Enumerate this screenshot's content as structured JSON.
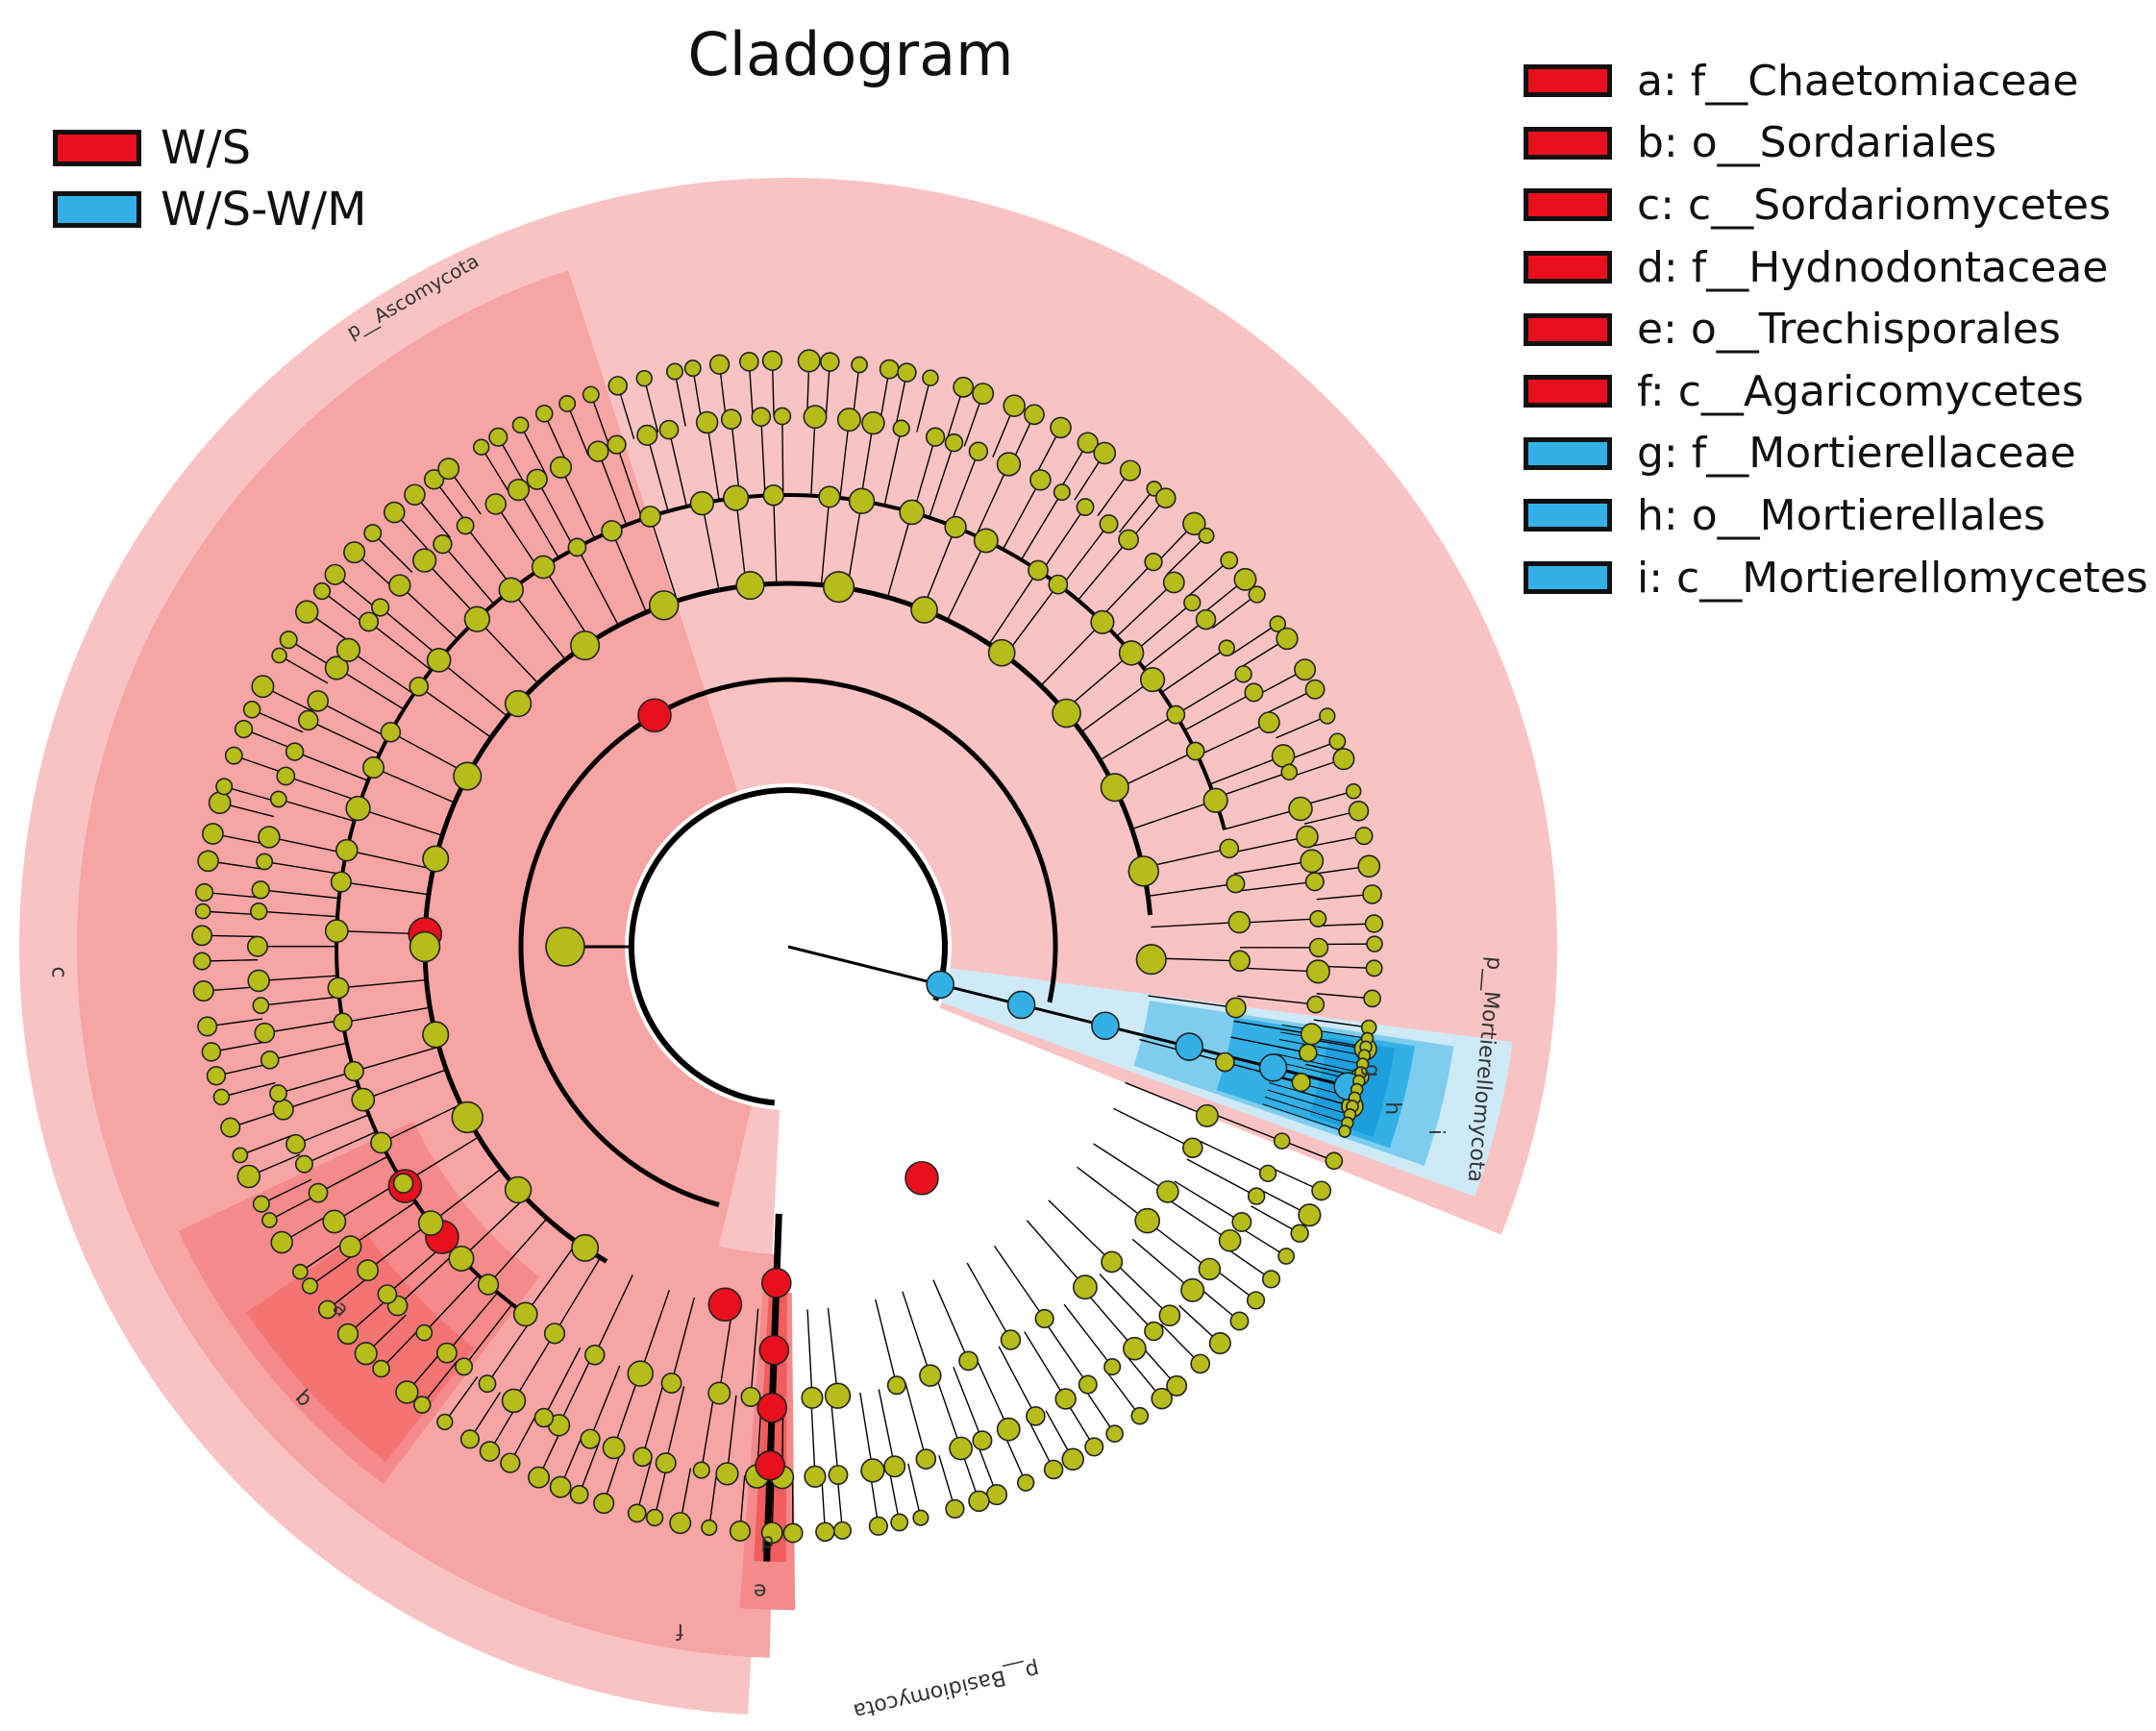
{
  "title": "Cladogram",
  "colors": {
    "ws": "#e8101c",
    "wswm": "#33b1e6",
    "node_default": "#b6bc1a",
    "outer_sector": "#f9c3c3",
    "mid_sector": "#f7a4a4",
    "inner_sector": "#f48a8a"
  },
  "group_legend": [
    {
      "label": "W/S",
      "color": "#e8101c"
    },
    {
      "label": "W/S-W/M",
      "color": "#33b1e6"
    }
  ],
  "clade_legend": [
    {
      "label": "a: f__Chaetomiaceae",
      "color": "#e8101c"
    },
    {
      "label": "b: o__Sordariales",
      "color": "#e8101c"
    },
    {
      "label": "c: c__Sordariomycetes",
      "color": "#e8101c"
    },
    {
      "label": "d: f__Hydnodontaceae",
      "color": "#e8101c"
    },
    {
      "label": "e: o__Trechisporales",
      "color": "#e8101c"
    },
    {
      "label": "f: c__Agaricomycetes",
      "color": "#e8101c"
    },
    {
      "label": "g: f__Mortierellaceae",
      "color": "#33b1e6"
    },
    {
      "label": "h: o__Mortierellales",
      "color": "#33b1e6"
    },
    {
      "label": "i: c__Mortierellomycetes",
      "color": "#33b1e6"
    }
  ],
  "phyla": [
    {
      "label": "p__Ascomycota"
    },
    {
      "label": "p__Basidiomycota"
    },
    {
      "label": "p__Mortierellomycota"
    }
  ],
  "clade_letters": {
    "ascomycota_class": "c",
    "ascomycota_order": "b",
    "ascomycota_family": "a",
    "basidiomycota_class": "f",
    "basidiomycota_order": "e",
    "basidiomycota_family": "d",
    "mortierellomycota_class": "i",
    "mortierellomycota_order": "h",
    "mortierellomycota_family": "g"
  }
}
